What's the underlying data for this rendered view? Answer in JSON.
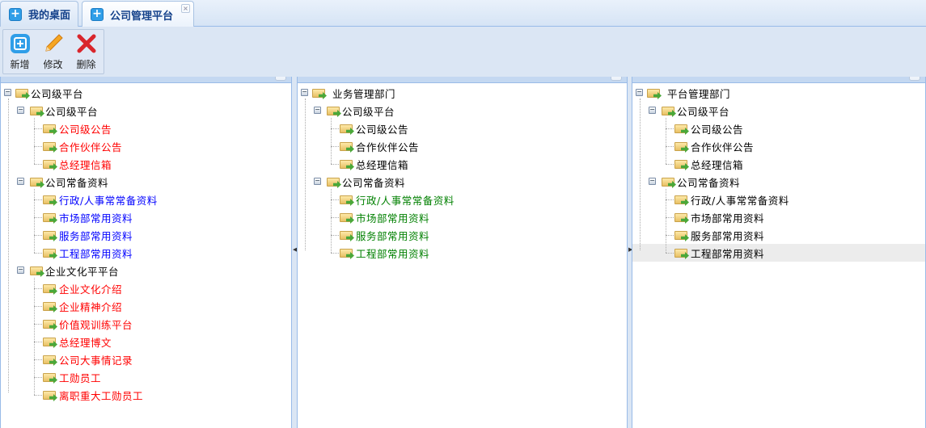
{
  "tabs": [
    {
      "label": "我的桌面",
      "active": false
    },
    {
      "label": "公司管理平台",
      "active": true
    }
  ],
  "toolbar": {
    "add": "新增",
    "edit": "修改",
    "delete": "删除"
  },
  "colors": {
    "red": "#ff0000",
    "blue": "#0000ff",
    "green": "#008000",
    "black": "#000000"
  },
  "panels": [
    {
      "root": "公司级平台",
      "groups": [
        {
          "label": "公司级平台",
          "color": "red",
          "items": [
            "公司级公告",
            "合作伙伴公告",
            "总经理信箱"
          ]
        },
        {
          "label": "公司常备资料",
          "color": "blue",
          "items": [
            "行政/人事常常备资料",
            "市场部常用资料",
            "服务部常用资料",
            "工程部常用资料"
          ]
        },
        {
          "label": "企业文化平平台",
          "color": "red",
          "items": [
            "企业文化介绍",
            "企业精神介绍",
            "价值观训练平台",
            "总经理博文",
            "公司大事情记录",
            "工勋员工",
            "离职重大工勋员工"
          ]
        }
      ]
    },
    {
      "root": "业务管理部门",
      "groups": [
        {
          "label": "公司级平台",
          "color": "black",
          "items": [
            "公司级公告",
            "合作伙伴公告",
            "总经理信箱"
          ]
        },
        {
          "label": "公司常备资料",
          "color": "green",
          "items": [
            "行政/人事常常备资料",
            "市场部常用资料",
            "服务部常用资料",
            "工程部常用资料"
          ]
        }
      ]
    },
    {
      "root": "平台管理部门",
      "selected": "工程部常用资料",
      "groups": [
        {
          "label": "公司级平台",
          "color": "black",
          "items": [
            "公司级公告",
            "合作伙伴公告",
            "总经理信箱"
          ]
        },
        {
          "label": "公司常备资料",
          "color": "black",
          "items": [
            "行政/人事常常备资料",
            "市场部常用资料",
            "服务部常用资料",
            "工程部常用资料"
          ]
        }
      ]
    }
  ]
}
